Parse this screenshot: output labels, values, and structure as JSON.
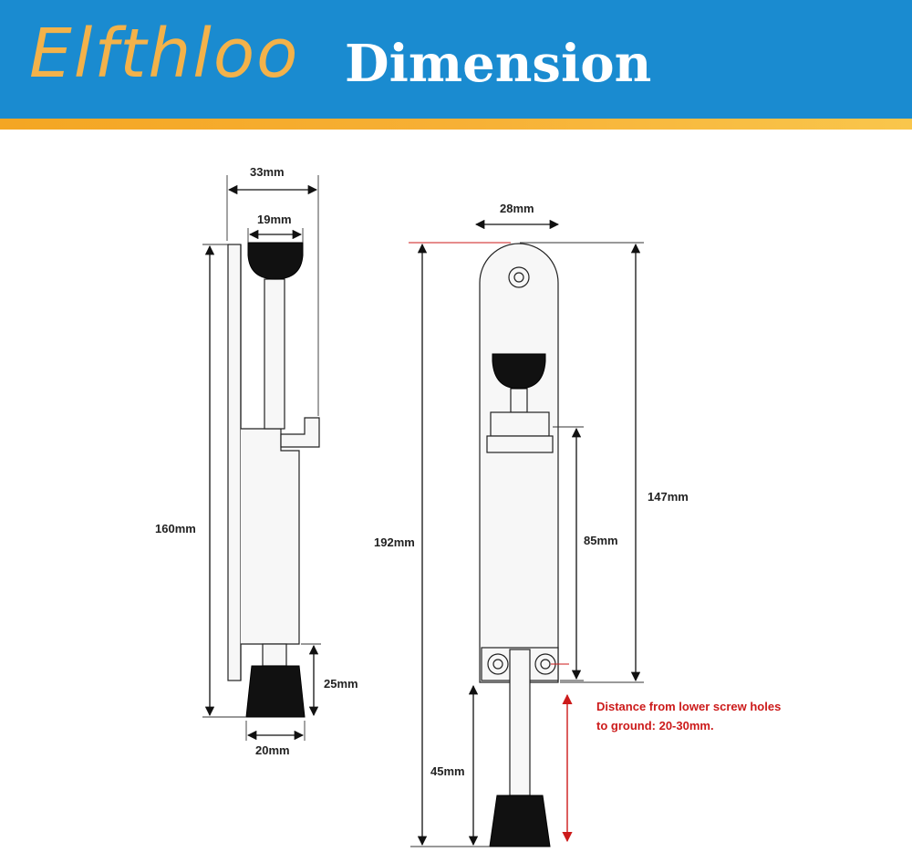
{
  "header": {
    "brand": "Elfthloo",
    "title": "Dimension",
    "colors": {
      "band": "#1a8bd0",
      "stripe": "#f4a623",
      "brand_text": "#f3b24a",
      "title_text": "#ffffff"
    }
  },
  "side_view": {
    "width_overall": "33mm",
    "pad_width": "19mm",
    "height": "160mm",
    "foot_height": "25mm",
    "foot_width": "20mm"
  },
  "front_view": {
    "width": "28mm",
    "total_height": "192mm",
    "plate_height": "147mm",
    "hinge_to_screws": "85mm",
    "extension": "45mm"
  },
  "note": {
    "line1": "Distance from lower screw holes",
    "line2": "to ground: 20-30mm.",
    "color": "#cc1a1a"
  }
}
